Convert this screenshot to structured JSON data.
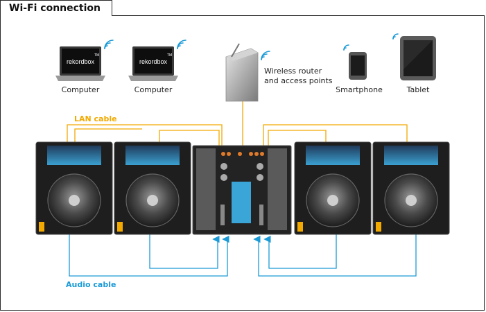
{
  "title": "Wi-Fi connection",
  "devices": {
    "computer_1": {
      "label": "Computer",
      "screen_text": "rekordbox",
      "tm": "TM"
    },
    "computer_2": {
      "label": "Computer",
      "screen_text": "rekordbox",
      "tm": "TM"
    },
    "router": {
      "label_line1": "Wireless router",
      "label_line2": "and access points"
    },
    "smartphone": {
      "label": "Smartphone"
    },
    "tablet": {
      "label": "Tablet"
    }
  },
  "cables": {
    "lan": {
      "label": "LAN cable",
      "color": "#f2a900"
    },
    "audio": {
      "label": "Audio cable",
      "color": "#1a9ad6"
    }
  },
  "colors": {
    "wifi": "#1a9ad6",
    "frame": "#2a2a2a",
    "accent_orange": "#f2a900"
  }
}
